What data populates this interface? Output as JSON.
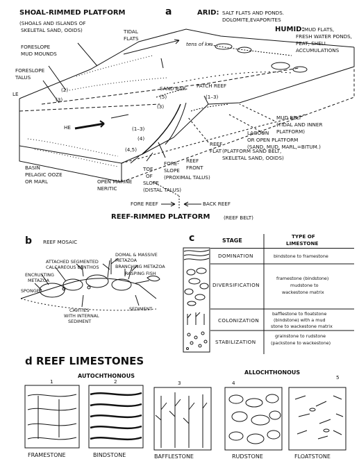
{
  "panel_a": {
    "letter": "a",
    "title": "SHOAL-RIMMED PLATFORM",
    "shoal_note": "(SHOALS AND ISLANDS OF SKELETAL SAND, OOIDS)",
    "shoal_note_l1": "(SHOALS AND ISLANDS OF",
    "shoal_note_l2": "SKELETAL SAND, OOIDS)",
    "arid_head": "ARID:",
    "arid_text_l1": "SALT FLATS AND PONDS.",
    "arid_text_l2": "DOLOMITE,EVAPORITES",
    "humid_head": "HUMID:",
    "humid_l1": "MUD FLATS,",
    "humid_l2": "FRESH WATER PONDS,",
    "humid_l3": "PEAT, SHELL",
    "humid_l4": "ACCUMULATIONS",
    "tidal_flats_l1": "TIDAL",
    "tidal_flats_l2": "FLATS",
    "tens_of_km": "tens of km",
    "foreslope_mounds_l1": "FORESLOPE",
    "foreslope_mounds_l2": "MUD MOUNDS",
    "foreslope_talus_l1": "FORESLOPE",
    "foreslope_talus_l2": "TALUS",
    "le": "LE",
    "he": "HE",
    "n2": "(2)",
    "n3a": "(3)",
    "sand_bar": "SAND BAR",
    "patch_reef": "PATCH REEF",
    "n5": "(5)",
    "n1_3a": "(1–3)",
    "n3b": "(3)",
    "n1_3b": "(1–3)",
    "n4": "(4)",
    "n4_5": "(4,5)",
    "mud_belt_l1": "MUD BELT",
    "mud_belt_l2": "(TIDAL AND INNER",
    "mud_belt_l3": "PLATFORM)",
    "lagoon_l1": "LAGOON",
    "lagoon_l2": "OR OPEN PLATFORM",
    "lagoon_l3": "(SAND, MUD, MARL,=BITUM.)",
    "reef_flat_l1": "REEF",
    "reef_flat_l2": "FLAT",
    "reef_flat_l3": "(PLATFORM SAND BELT,",
    "reef_flat_l4": "SKELETAL SAND, OOIDS)",
    "reef_front_l1": "REEF",
    "reef_front_l2": "FRONT",
    "foreslope_l1": "FORE-",
    "foreslope_l2": "SLOPE",
    "foreslope_l3": "(PROXIMAL TALUS)",
    "toe_l1": "TOE",
    "toe_l2": "OF",
    "toe_l3": "SLOPE",
    "toe_l4": "(DISTAL TALUS)",
    "basin_l1": "BASIN",
    "basin_l2": "PELAGIC OOZE",
    "basin_l3": "OR MARL",
    "open_marine_l1": "OPEN MARINE",
    "open_marine_l2": "NERITIC",
    "fore_reef": "FORE REEF",
    "back_reef": "BACK REEF",
    "reef_rimmed": "REEF-RIMMED PLATFORM",
    "reef_belt": "(REEF BELT)"
  },
  "panel_b": {
    "letter": "b",
    "title": "REEF MOSAIC",
    "attached_l1": "ATTACHED SEGMENTED",
    "attached_l2": "CALCAREOUS BENTHOS",
    "encrusting_l1": "ENCRUSTING",
    "encrusting_l2": "METAZOA",
    "sponges": "SPONGES",
    "domal_l1": "DOMAL & MASSIVE",
    "domal_l2": "METAZOA",
    "branching": "BRANCHING METAZOA",
    "rasping": "RASPING FISH",
    "cavities_l1": "CAVITIES",
    "cavities_l2": "WITH INTERNAL",
    "cavities_l3": "SEDIMENT",
    "sediment": "SEDIMENT"
  },
  "panel_c": {
    "letter": "c",
    "header_stage": "STAGE",
    "header_type_l1": "TYPE OF",
    "header_type_l2": "LIMESTONE",
    "rows": [
      {
        "stage": "DOMINATION",
        "l1": "bindstone to framestone",
        "l2": "",
        "l3": ""
      },
      {
        "stage": "DIVERSIFICATION",
        "l1": "framestone (bindstone)",
        "l2": "mudstone to",
        "l3": "wackestone matrix"
      },
      {
        "stage": "COLONIZATION",
        "l1": "bafflestone to floatstone",
        "l2": "(bindstone) with a mud",
        "l3": "stone to wackestone matrix"
      },
      {
        "stage": "STABILIZATION",
        "l1": "grainstone to rudstone",
        "l2": "(packstone to wackestone)",
        "l3": ""
      }
    ]
  },
  "panel_d": {
    "letter": "d",
    "title": "REEF LIMESTONES",
    "autochthonous": "AUTOCHTHONOUS",
    "allochthonous": "ALLOCHTHONOUS",
    "types": [
      {
        "num": "1",
        "name": "FRAMESTONE"
      },
      {
        "num": "2",
        "name": "BINDSTONE"
      },
      {
        "num": "3",
        "name": "BAFFLESTONE"
      },
      {
        "num": "4",
        "name": "RUDSTONE"
      },
      {
        "num": "5",
        "name": "FLOATSTONE"
      }
    ]
  }
}
